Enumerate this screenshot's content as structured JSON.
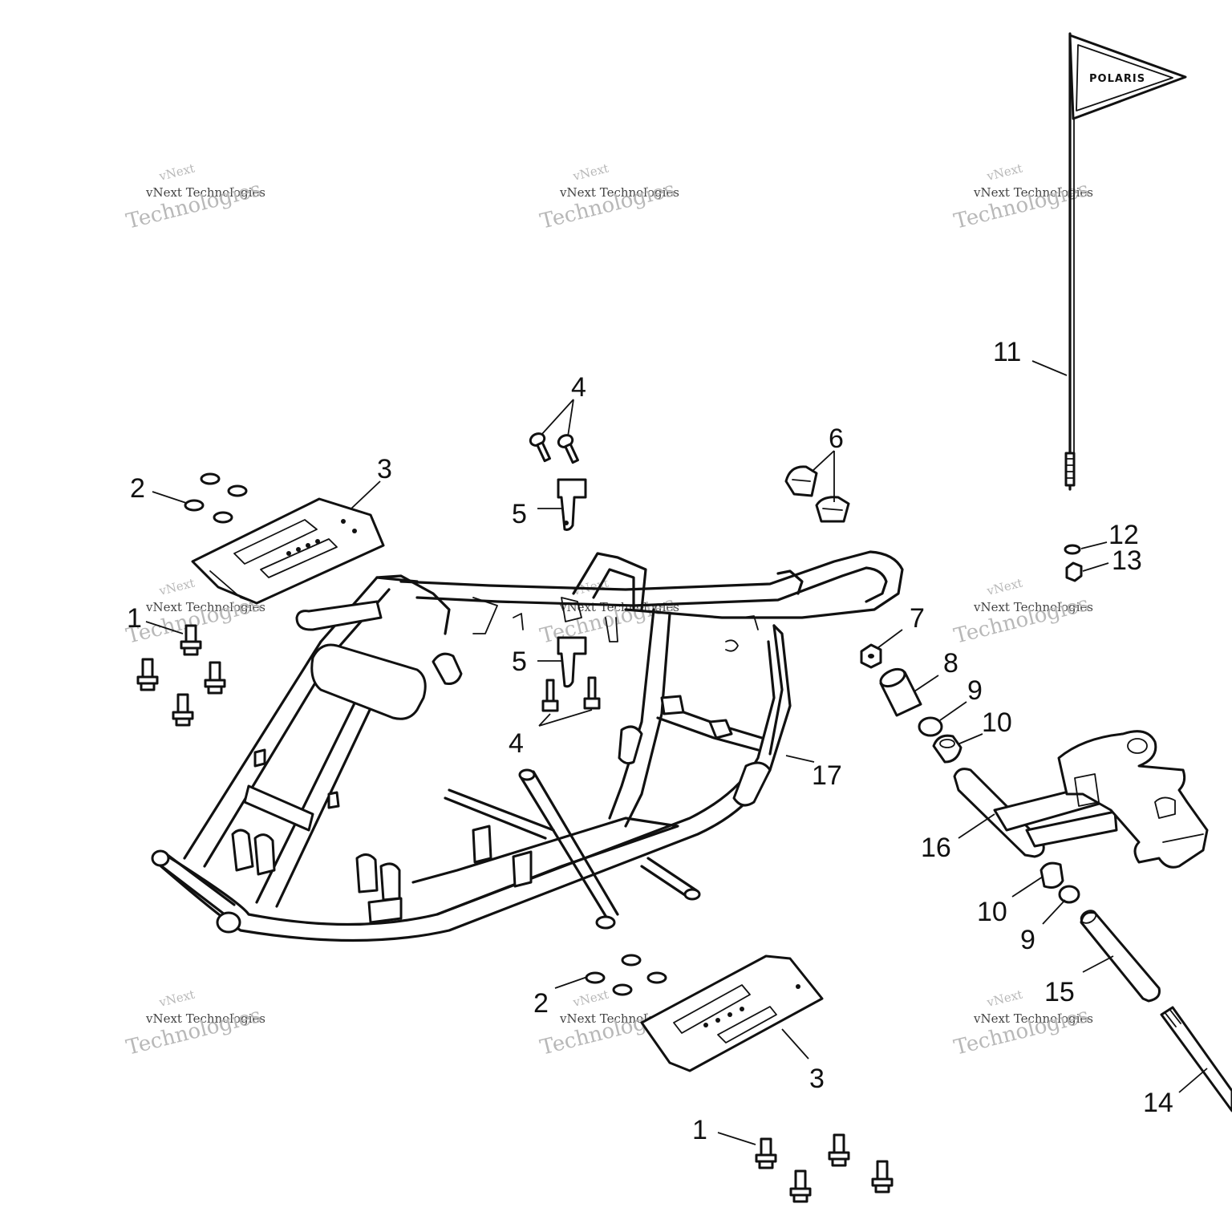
{
  "diagram": {
    "callouts": {
      "c1a": "1",
      "c1b": "1",
      "c2a": "2",
      "c2b": "2",
      "c3a": "3",
      "c3b": "3",
      "c4a": "4",
      "c4b": "4",
      "c5a": "5",
      "c5b": "5",
      "c6": "6",
      "c7": "7",
      "c8": "8",
      "c9a": "9",
      "c9b": "9",
      "c10a": "10",
      "c10b": "10",
      "c11": "11",
      "c12": "12",
      "c13": "13",
      "c14": "14",
      "c15": "15",
      "c16": "16",
      "c17": "17"
    },
    "flag_text": "POLARIS",
    "watermark": {
      "line1": "vNext",
      "line2": "vNext Technologies",
      "line3": "Technologies"
    }
  }
}
